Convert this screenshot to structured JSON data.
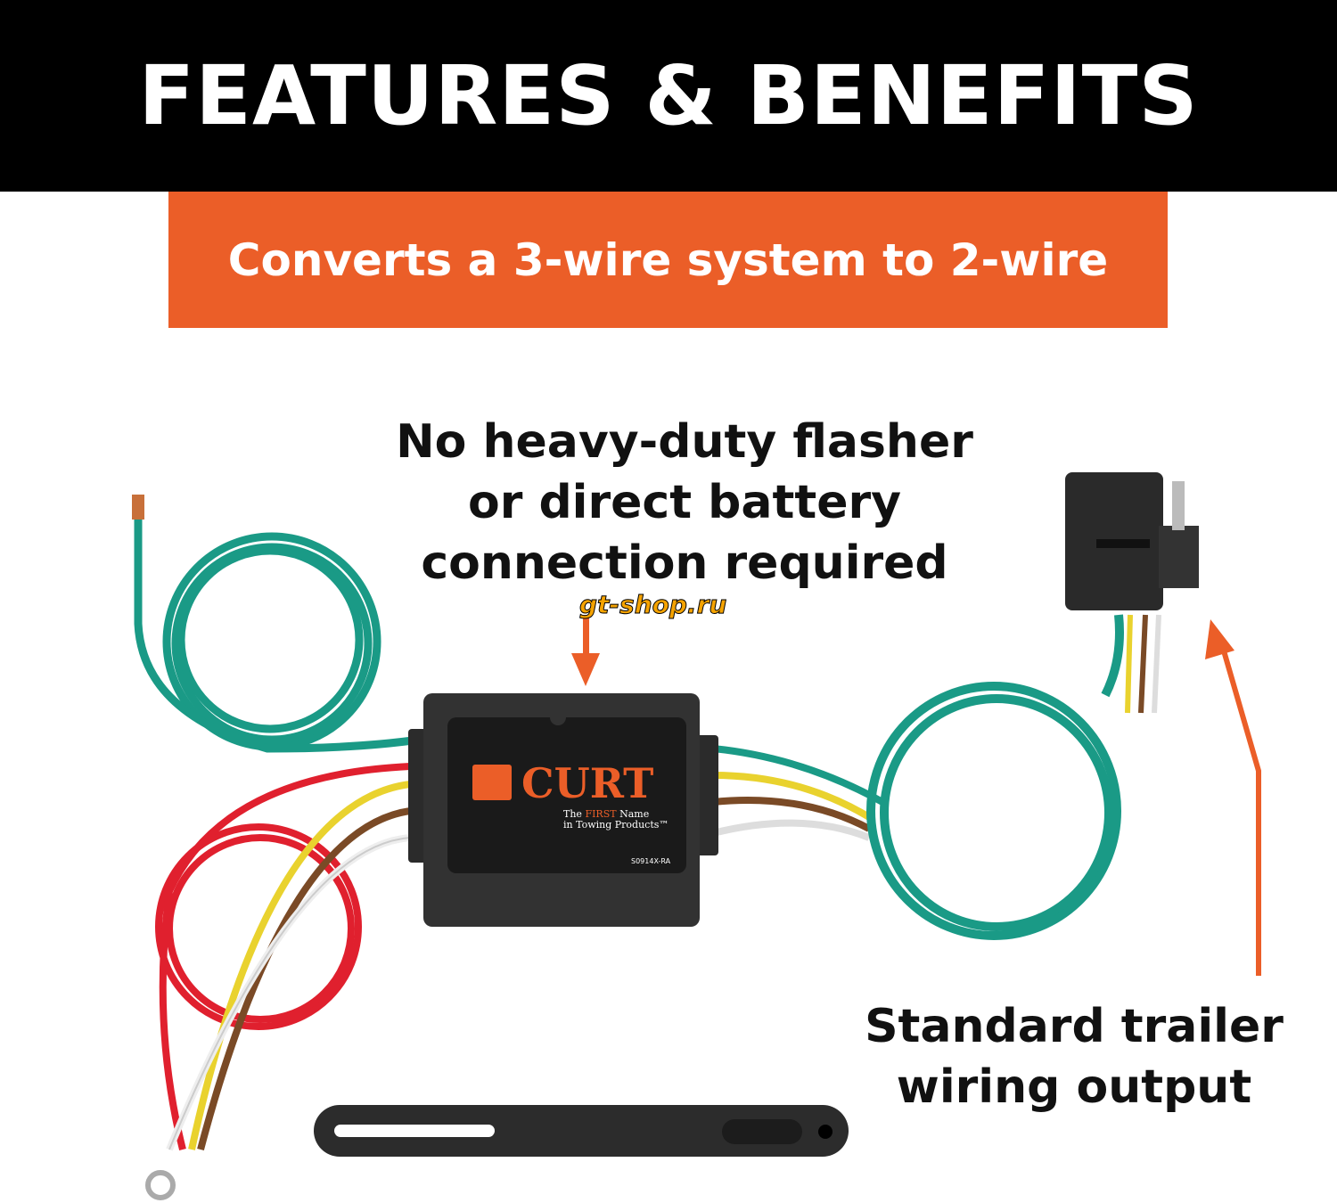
{
  "header": {
    "title": "FEATURES & BENEFITS"
  },
  "banner": {
    "text": "Converts a 3-wire system to 2-wire"
  },
  "callouts": {
    "top": [
      "No heavy-duty flasher",
      "or direct battery",
      "connection required"
    ],
    "right": [
      "Standard trailer",
      "wiring output"
    ]
  },
  "product": {
    "brand": "CURT",
    "tagline_1_pre": "The ",
    "tagline_1_accent": "FIRST",
    "tagline_1_post": " Name",
    "tagline_2": "in Towing Products™",
    "model": "S0914X-RA"
  },
  "watermark": "gt-shop.ru",
  "colors": {
    "accent": "#eb5e28",
    "header": "#000000",
    "wire_green": "#1a9a86",
    "wire_red": "#e0202e"
  }
}
